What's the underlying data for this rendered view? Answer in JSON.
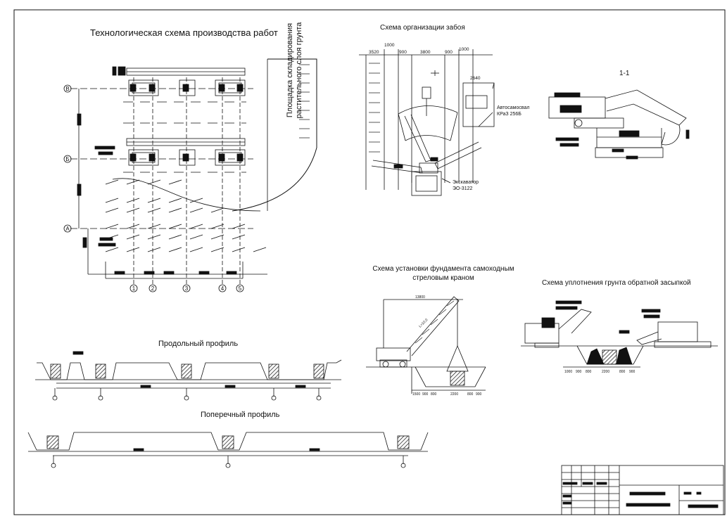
{
  "titles": {
    "main_scheme": "Технологическая схема производства работ",
    "face_organization": "Схема организации забоя",
    "longitudinal_profile": "Продольный профиль",
    "cross_profile": "Поперечный профиль",
    "crane_installation": "Схема установки фундамента самоходным стреловым краном",
    "soil_compaction": "Схема уплотнения грунта обратной засыпкой",
    "section": "1-1"
  },
  "storage_area": "Площадка складирования растительного слоя грунта",
  "axes": {
    "letters": [
      "В",
      "Б",
      "А"
    ],
    "numbers": [
      "1",
      "2",
      "3",
      "4",
      "5"
    ]
  },
  "face_dims": {
    "top": [
      "3520",
      "900",
      "3800",
      "900",
      "1000"
    ],
    "top_small": "1000",
    "side": "2640"
  },
  "face_labels": {
    "truck": "Автосамосвал КРаЗ 256Б",
    "truck_line1": "Автосамосвал",
    "truck_line2": "КРаЗ 256Б",
    "excavator_line1": "Экскаватор",
    "excavator_line2": "ЭО-3122"
  },
  "crane_dims": {
    "top": "13800",
    "boom": "L=10,0",
    "bottom": [
      "1500",
      "900",
      "800",
      "2200",
      "800",
      "900"
    ]
  },
  "compaction_dims": [
    "1000",
    "900",
    "800",
    "2200",
    "800",
    "900"
  ]
}
